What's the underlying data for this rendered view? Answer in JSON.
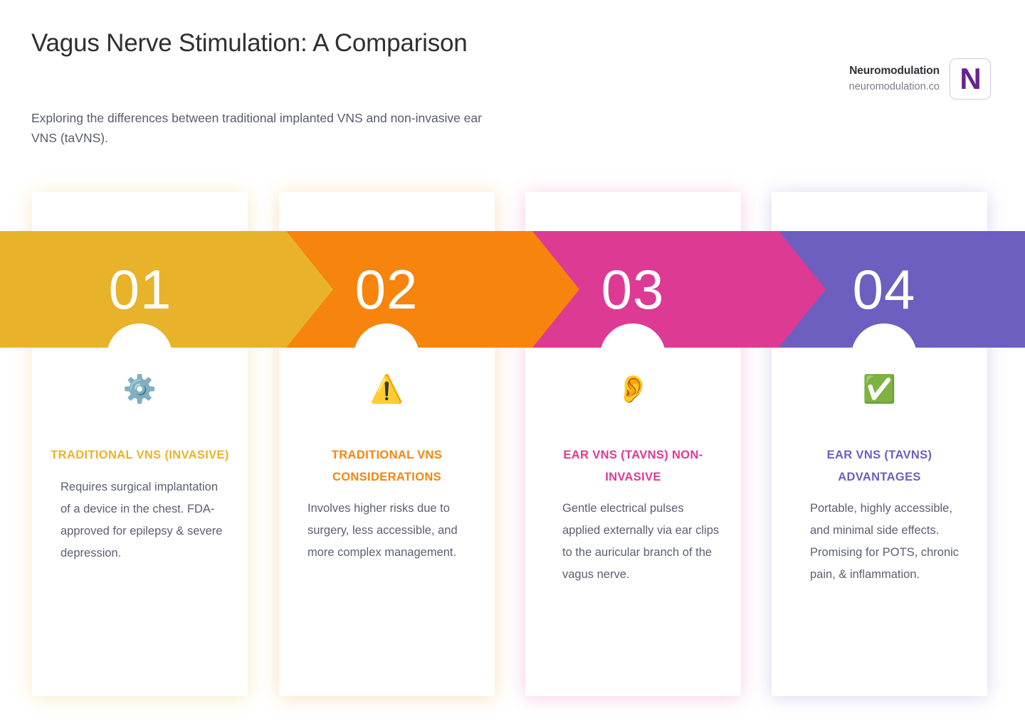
{
  "header": {
    "title": "Vagus Nerve Stimulation: A Comparison",
    "subtitle": "Exploring the differences between traditional implanted VNS and non-invasive ear VNS (taVNS).",
    "brand_name": "Neuromodulation",
    "brand_url": "neuromodulation.co",
    "brand_mark": "N",
    "brand_mark_color": "#69218f"
  },
  "steps": [
    {
      "number": "01",
      "icon": "⚙️",
      "icon_name": "gear-icon",
      "heading": "TRADITIONAL VNS (INVASIVE)",
      "body": "Requires surgical implantation of a device in the chest. FDA-approved for epilepsy & severe depression.",
      "color": "#e8b32a"
    },
    {
      "number": "02",
      "icon": "⚠️",
      "icon_name": "warning-triangle-icon",
      "heading": "TRADITIONAL VNS CONSIDERATIONS",
      "body": "Involves higher risks due to surgery, less accessible, and more complex management.",
      "color": "#f7840c"
    },
    {
      "number": "03",
      "icon": "👂",
      "icon_name": "ear-icon",
      "heading": "EAR VNS (TAVNS) NON-INVASIVE",
      "body": "Gentle electrical pulses applied externally via ear clips to the auricular branch of the vagus nerve.",
      "color": "#dd3a94"
    },
    {
      "number": "04",
      "icon": "✅",
      "icon_name": "green-check-icon",
      "heading": "EAR VNS (TAVNS) ADVANTAGES",
      "body": "Portable, highly accessible, and minimal side effects. Promising for POTS, chronic pain, & inflammation.",
      "color": "#6d5fc0"
    }
  ],
  "palette": {
    "background": "#ffffff",
    "title_text": "#2f2f33",
    "subtitle_text": "#585b6e",
    "body_text": "#5c6070"
  }
}
